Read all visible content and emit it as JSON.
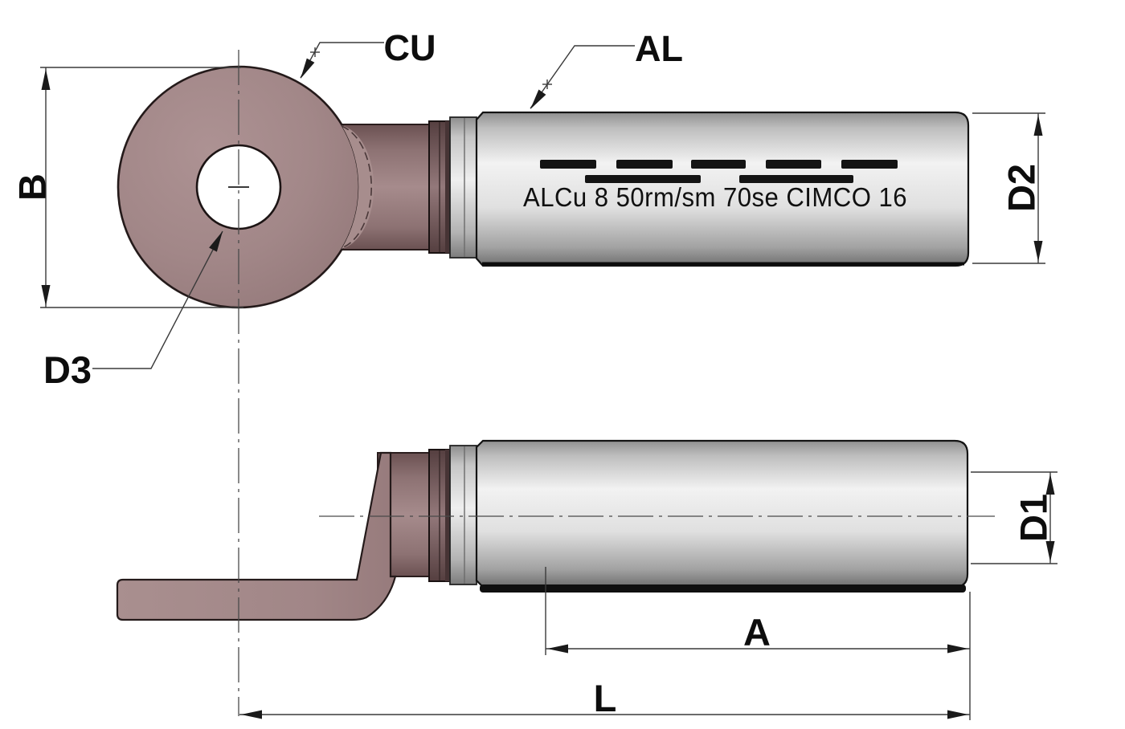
{
  "drawing": {
    "labels": {
      "b": "B",
      "cu": "CU",
      "al": "AL",
      "d2": "D2",
      "d3": "D3",
      "d1": "D1",
      "a": "A",
      "l": "L"
    },
    "barrel_marking": "ALCu 8 50rm/sm 70se  CIMCO 16",
    "colors": {
      "copper": "#a28788",
      "copper_dark": "#6b5152",
      "aluminum_light": "#f2f2f2",
      "aluminum_dark": "#8e8e8e",
      "outline": "#1c1414",
      "dimension_line": "#3a3a3a",
      "marking": "#111111"
    }
  }
}
